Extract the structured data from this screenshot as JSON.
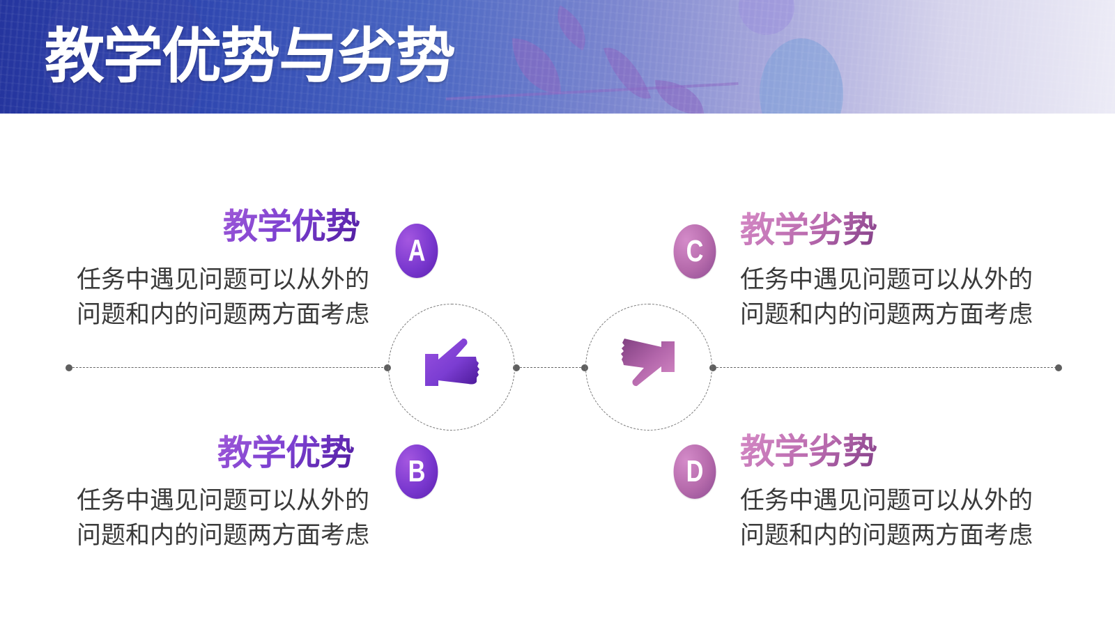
{
  "header": {
    "title": "教学优势与劣势"
  },
  "colors": {
    "advantage_accent": "#7b3fd0",
    "disadvantage_accent": "#b96aae",
    "body_text": "#3a3a3a",
    "timeline": "#666666",
    "banner_start": "#25359e",
    "banner_end": "#ecebf6"
  },
  "timeline": {
    "center_icons": [
      {
        "name": "thumbs-up-icon"
      },
      {
        "name": "thumbs-down-icon"
      }
    ]
  },
  "sections": [
    {
      "badge": "A",
      "title": "教学优势",
      "lines": [
        "任务中遇见问题可以从外的",
        "问题和内的问题两方面考虑"
      ]
    },
    {
      "badge": "B",
      "title": "教学优势",
      "lines": [
        "任务中遇见问题可以从外的",
        "问题和内的问题两方面考虑"
      ]
    },
    {
      "badge": "C",
      "title": "教学劣势",
      "lines": [
        "任务中遇见问题可以从外的",
        "问题和内的问题两方面考虑"
      ]
    },
    {
      "badge": "D",
      "title": "教学劣势",
      "lines": [
        "任务中遇见问题可以从外的",
        "问题和内的问题两方面考虑"
      ]
    }
  ]
}
